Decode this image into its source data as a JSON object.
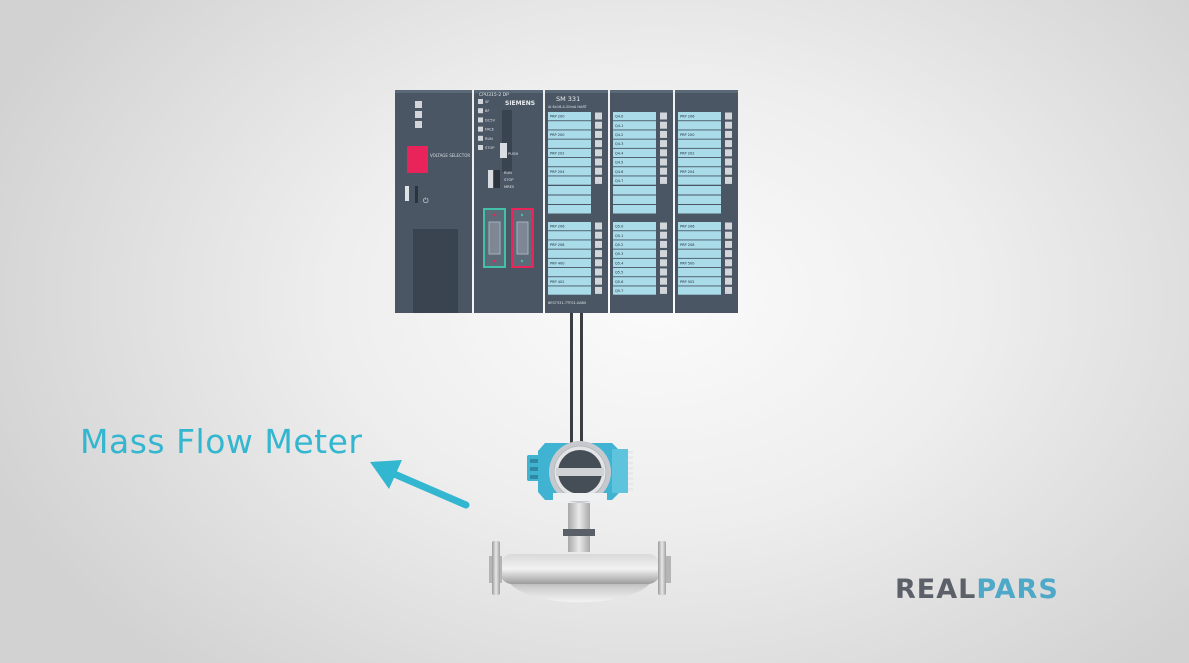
{
  "callout": {
    "label": "Mass Flow Meter"
  },
  "brand": {
    "part1": "REAL",
    "part2": "PARS"
  },
  "plc": {
    "psu_label": "VOLTAGE SELECTOR",
    "cpu_model": "CPU315-2 DP",
    "cpu_brand": "SIEMENS",
    "cpu_leds": [
      "SF",
      "BF",
      "DC5V",
      "FRCE",
      "RUN",
      "STOP"
    ],
    "cpu_push": "PUSH",
    "cpu_modes": [
      "RUN",
      "STOP",
      "MRES"
    ],
    "ai_title": "SM 331",
    "ai_subtitle": "AI 8x16-4-20mA HART",
    "ai_part_no": "6ES7331-7TF01-0AB0",
    "ai_channels": [
      "PRP 200",
      "PRP 200",
      "PRP 202",
      "PRP 204",
      "PRP 206",
      "PRP 208",
      "PRP 400",
      "PRP 402"
    ],
    "do_channels_top": [
      "Q4.0",
      "Q4.1",
      "Q4.2",
      "Q4.3",
      "Q4.4",
      "Q4.5",
      "Q4.6",
      "Q4.7"
    ],
    "do_channels_bottom": [
      "Q5.0",
      "Q5.1",
      "Q5.2",
      "Q5.3",
      "Q5.4",
      "Q5.5",
      "Q5.6",
      "Q5.7"
    ],
    "m5_channels": [
      "PRP 206",
      "PRP 200",
      "PRP 202",
      "PRP 204",
      "PRP 206",
      "PRP 208",
      "PRP 500",
      "PRP 502"
    ]
  },
  "colors": {
    "accent": "#33b6cf",
    "module_body": "#4a5664",
    "channel_cell": "#a9dbe9",
    "selector_red": "#e8245a",
    "transmitter": "#3fb3d1",
    "brand_grey": "#5c6068",
    "brand_blue": "#4ea8c8"
  }
}
